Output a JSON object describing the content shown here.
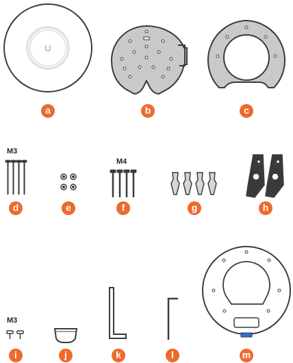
{
  "brand": {
    "logo_letter": "U"
  },
  "colors": {
    "badge": "#ee6a2c",
    "outline": "#3a3a3a",
    "plate_fill": "#c9c9c9",
    "light_fill": "#eeeeee"
  },
  "parts": [
    {
      "letter": "a"
    },
    {
      "letter": "b"
    },
    {
      "letter": "c"
    },
    {
      "letter": "d",
      "size": "M3"
    },
    {
      "letter": "e"
    },
    {
      "letter": "f",
      "size": "M4"
    },
    {
      "letter": "g"
    },
    {
      "letter": "h"
    },
    {
      "letter": "i",
      "size": "M3"
    },
    {
      "letter": "j"
    },
    {
      "letter": "k"
    },
    {
      "letter": "l"
    },
    {
      "letter": "m"
    }
  ]
}
